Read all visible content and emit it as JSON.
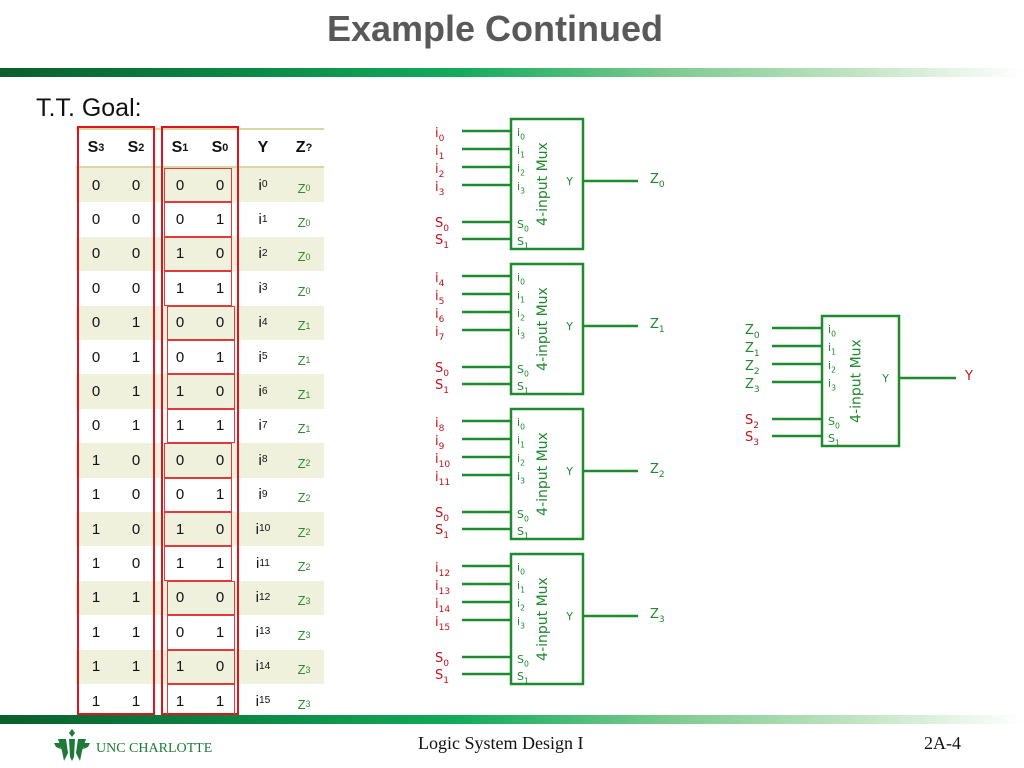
{
  "slide": {
    "title": "Example Continued",
    "subtitle": "T.T. Goal:",
    "footer": {
      "logo_text": "UNC CHARLOTTE",
      "course": "Logic System Design I",
      "page": "2A-4"
    }
  },
  "colors": {
    "title": "#595959",
    "mux_green": "#1f8a2e",
    "signal_red": "#c0141c",
    "highlight_red": "#e0141c",
    "row_shade": "#f0f1dc"
  },
  "truth_table": {
    "headers": [
      {
        "base": "S",
        "sub": "3"
      },
      {
        "base": "S",
        "sub": "2"
      },
      {
        "base": "S",
        "sub": "1"
      },
      {
        "base": "S",
        "sub": "0"
      },
      {
        "base": "Y",
        "sub": ""
      },
      {
        "base": "Z",
        "sub": "?"
      }
    ],
    "rows": [
      {
        "s3": "0",
        "s2": "0",
        "s1": "0",
        "s0": "0",
        "y": "i",
        "ysub": "0",
        "z": "Z",
        "zsub": "0"
      },
      {
        "s3": "0",
        "s2": "0",
        "s1": "0",
        "s0": "1",
        "y": "i",
        "ysub": "1",
        "z": "Z",
        "zsub": "0"
      },
      {
        "s3": "0",
        "s2": "0",
        "s1": "1",
        "s0": "0",
        "y": "i",
        "ysub": "2",
        "z": "Z",
        "zsub": "0"
      },
      {
        "s3": "0",
        "s2": "0",
        "s1": "1",
        "s0": "1",
        "y": "i",
        "ysub": "3",
        "z": "Z",
        "zsub": "0"
      },
      {
        "s3": "0",
        "s2": "1",
        "s1": "0",
        "s0": "0",
        "y": "i",
        "ysub": "4",
        "z": "Z",
        "zsub": "1"
      },
      {
        "s3": "0",
        "s2": "1",
        "s1": "0",
        "s0": "1",
        "y": "i",
        "ysub": "5",
        "z": "Z",
        "zsub": "1"
      },
      {
        "s3": "0",
        "s2": "1",
        "s1": "1",
        "s0": "0",
        "y": "i",
        "ysub": "6",
        "z": "Z",
        "zsub": "1"
      },
      {
        "s3": "0",
        "s2": "1",
        "s1": "1",
        "s0": "1",
        "y": "i",
        "ysub": "7",
        "z": "Z",
        "zsub": "1"
      },
      {
        "s3": "1",
        "s2": "0",
        "s1": "0",
        "s0": "0",
        "y": "i",
        "ysub": "8",
        "z": "Z",
        "zsub": "2"
      },
      {
        "s3": "1",
        "s2": "0",
        "s1": "0",
        "s0": "1",
        "y": "i",
        "ysub": "9",
        "z": "Z",
        "zsub": "2"
      },
      {
        "s3": "1",
        "s2": "0",
        "s1": "1",
        "s0": "0",
        "y": "i",
        "ysub": "10",
        "z": "Z",
        "zsub": "2"
      },
      {
        "s3": "1",
        "s2": "0",
        "s1": "1",
        "s0": "1",
        "y": "i",
        "ysub": "11",
        "z": "Z",
        "zsub": "2"
      },
      {
        "s3": "1",
        "s2": "1",
        "s1": "0",
        "s0": "0",
        "y": "i",
        "ysub": "12",
        "z": "Z",
        "zsub": "3"
      },
      {
        "s3": "1",
        "s2": "1",
        "s1": "0",
        "s0": "1",
        "y": "i",
        "ysub": "13",
        "z": "Z",
        "zsub": "3"
      },
      {
        "s3": "1",
        "s2": "1",
        "s1": "1",
        "s0": "0",
        "y": "i",
        "ysub": "14",
        "z": "Z",
        "zsub": "3"
      },
      {
        "s3": "1",
        "s2": "1",
        "s1": "1",
        "s0": "1",
        "y": "i",
        "ysub": "15",
        "z": "Z",
        "zsub": "3"
      }
    ]
  },
  "muxes": [
    {
      "name": "mux-z0",
      "box_label": "4-input Mux",
      "pin_labels": [
        "i0",
        "i1",
        "i2",
        "i3",
        "S0",
        "S1"
      ],
      "out_pin": "Y",
      "inputs": [
        {
          "b": "i",
          "s": "0"
        },
        {
          "b": "i",
          "s": "1"
        },
        {
          "b": "i",
          "s": "2"
        },
        {
          "b": "i",
          "s": "3"
        }
      ],
      "selects": [
        {
          "b": "S",
          "s": "0"
        },
        {
          "b": "S",
          "s": "1"
        }
      ],
      "output": {
        "b": "Z",
        "s": "0"
      },
      "input_color": "red",
      "output_color": "green"
    },
    {
      "name": "mux-z1",
      "box_label": "4-input Mux",
      "pin_labels": [
        "i0",
        "i1",
        "i2",
        "i3",
        "S0",
        "S1"
      ],
      "out_pin": "Y",
      "inputs": [
        {
          "b": "i",
          "s": "4"
        },
        {
          "b": "i",
          "s": "5"
        },
        {
          "b": "i",
          "s": "6"
        },
        {
          "b": "i",
          "s": "7"
        }
      ],
      "selects": [
        {
          "b": "S",
          "s": "0"
        },
        {
          "b": "S",
          "s": "1"
        }
      ],
      "output": {
        "b": "Z",
        "s": "1"
      },
      "input_color": "red",
      "output_color": "green"
    },
    {
      "name": "mux-z2",
      "box_label": "4-input Mux",
      "pin_labels": [
        "i0",
        "i1",
        "i2",
        "i3",
        "S0",
        "S1"
      ],
      "out_pin": "Y",
      "inputs": [
        {
          "b": "i",
          "s": "8"
        },
        {
          "b": "i",
          "s": "9"
        },
        {
          "b": "i",
          "s": "10"
        },
        {
          "b": "i",
          "s": "11"
        }
      ],
      "selects": [
        {
          "b": "S",
          "s": "0"
        },
        {
          "b": "S",
          "s": "1"
        }
      ],
      "output": {
        "b": "Z",
        "s": "2"
      },
      "input_color": "red",
      "output_color": "green"
    },
    {
      "name": "mux-z3",
      "box_label": "4-input Mux",
      "pin_labels": [
        "i0",
        "i1",
        "i2",
        "i3",
        "S0",
        "S1"
      ],
      "out_pin": "Y",
      "inputs": [
        {
          "b": "i",
          "s": "12"
        },
        {
          "b": "i",
          "s": "13"
        },
        {
          "b": "i",
          "s": "14"
        },
        {
          "b": "i",
          "s": "15"
        }
      ],
      "selects": [
        {
          "b": "S",
          "s": "0"
        },
        {
          "b": "S",
          "s": "1"
        }
      ],
      "output": {
        "b": "Z",
        "s": "3"
      },
      "input_color": "red",
      "output_color": "green"
    },
    {
      "name": "mux-final",
      "box_label": "4-input Mux",
      "pin_labels": [
        "i0",
        "i1",
        "i2",
        "i3",
        "S0",
        "S1"
      ],
      "out_pin": "Y",
      "inputs": [
        {
          "b": "Z",
          "s": "0"
        },
        {
          "b": "Z",
          "s": "1"
        },
        {
          "b": "Z",
          "s": "2"
        },
        {
          "b": "Z",
          "s": "3"
        }
      ],
      "selects": [
        {
          "b": "S",
          "s": "2"
        },
        {
          "b": "S",
          "s": "3"
        }
      ],
      "output": {
        "b": "Y",
        "s": ""
      },
      "input_color": "green",
      "output_color": "red"
    }
  ]
}
